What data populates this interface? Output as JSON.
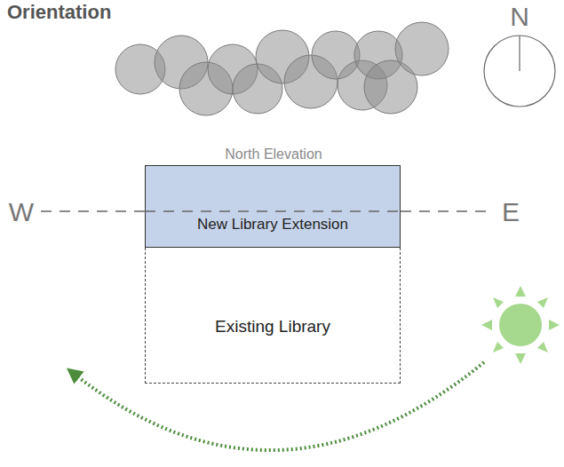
{
  "diagram": {
    "title": "Orientation",
    "nodes": [
      {
        "text": [
          "New Library Extension"
        ]
      },
      {
        "text": [
          "Existing Library"
        ]
      }
    ],
    "labels": [
      "N",
      "North Elevation",
      "W",
      "E"
    ]
  }
}
